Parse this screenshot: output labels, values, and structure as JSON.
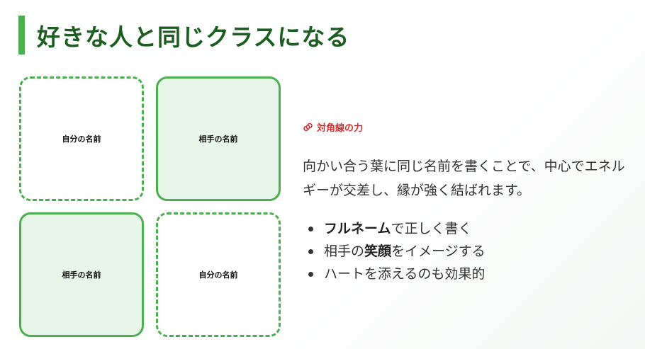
{
  "header": {
    "title": "好きな人と同じクラスになる",
    "accent_color": "#4caf50",
    "title_color": "#1b5e20"
  },
  "grid": {
    "cells": [
      {
        "label": "自分の名前",
        "type": "self"
      },
      {
        "label": "相手の名前",
        "type": "partner"
      },
      {
        "label": "相手の名前",
        "type": "partner"
      },
      {
        "label": "自分の名前",
        "type": "self"
      }
    ],
    "border_color": "#4caf50",
    "partner_fill": "#e8f5e9"
  },
  "info": {
    "tag_icon": "link-icon",
    "tag_label": "対角線の力",
    "tag_color": "#d32f2f",
    "description": "向かい合う葉に同じ名前を書くことで、中心でエネルギーが交差し、縁が強く結ばれます。",
    "bullets": [
      {
        "pre": "",
        "bold": "フルネーム",
        "post": "で正しく書く"
      },
      {
        "pre": "相手の",
        "bold": "笑顔",
        "post": "をイメージする"
      },
      {
        "pre": "ハートを添えるのも効果的",
        "bold": "",
        "post": ""
      }
    ]
  }
}
